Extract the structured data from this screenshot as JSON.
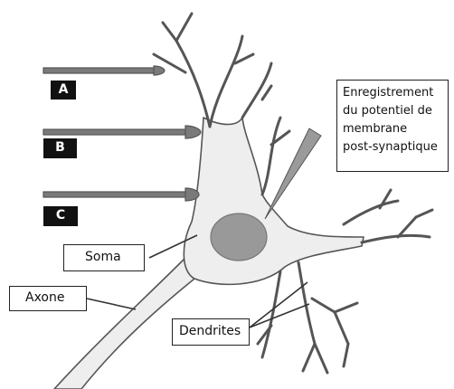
{
  "electrodes": [
    {
      "id": "A",
      "label": "A"
    },
    {
      "id": "B",
      "label": "B"
    },
    {
      "id": "C",
      "label": "C"
    }
  ],
  "labels": {
    "soma": "Soma",
    "axone": "Axone",
    "dendrites": "Dendrites",
    "recording_line1": "Enregistrement",
    "recording_line2": "du potentiel de",
    "recording_line3": "membrane",
    "recording_line4": "post-synaptique"
  },
  "colors": {
    "neuron_fill": "#eeeeee",
    "neuron_outline": "#555555",
    "nucleus": "#999999",
    "electrode": "#7a7a7a",
    "label_box": "#111111"
  }
}
